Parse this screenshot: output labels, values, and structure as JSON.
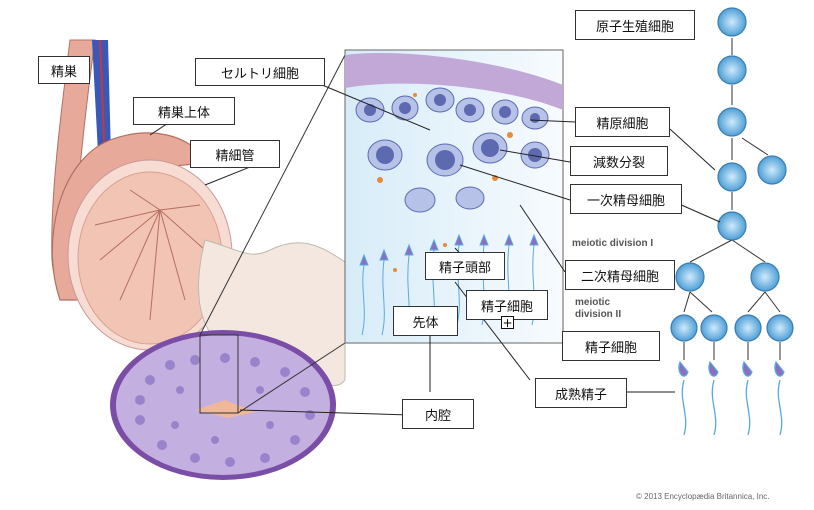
{
  "labels": {
    "testis": "精巣",
    "epididymis": "精巣上体",
    "seminiferous_tubule": "精細管",
    "sertoli_cell": "セルトリ細胞",
    "spermatogonium": "精原細胞",
    "meiosis": "減数分裂",
    "primary_spermatocyte": "一次精母細胞",
    "secondary_spermatocyte": "二次精母細胞",
    "sperm_head": "精子頭部",
    "spermatid_mid": "精子細胞",
    "spermatid_right": "精子細胞",
    "acrosome": "先体",
    "lumen": "内腔",
    "mature_sperm": "成熟精子",
    "primordial_germ_cell": "原子生殖細胞"
  },
  "annotations": {
    "meiotic_division_1": [
      "meiotic division I"
    ],
    "meiotic_division_2": [
      "meiotic",
      "division II"
    ],
    "copyright": "© 2013 Encyclopædia Britannica, Inc.",
    "plus_symbol": "+"
  },
  "colors": {
    "epididymis": "#e7a99a",
    "testis_body": "#f2c4b3",
    "tubule_cross_section": "#b8a0d8",
    "cell_nucleus": "#5d6ab0",
    "flagella": "#5aa8e0",
    "sperm_head": "#8a6fc0",
    "germ_cell": "#5aa4d8"
  }
}
